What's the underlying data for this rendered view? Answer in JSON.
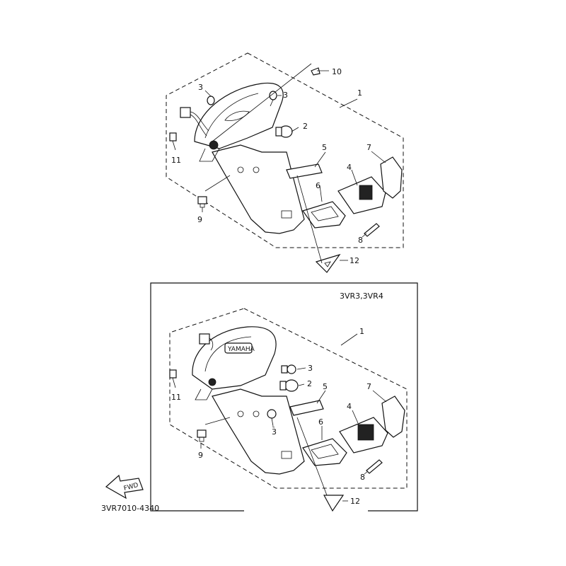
{
  "diagram": {
    "top_labels": [
      "10",
      "1",
      "3",
      "3",
      "2",
      "11",
      "5",
      "7",
      "4",
      "6",
      "9",
      "8",
      "12"
    ],
    "bottom_variant": "3VR3,3VR4",
    "bottom_labels": [
      "1",
      "3",
      "2",
      "11",
      "5",
      "7",
      "4",
      "3",
      "6",
      "9",
      "8",
      "12"
    ],
    "fwd": "FWD",
    "part_code": "3VR7010-4340"
  }
}
